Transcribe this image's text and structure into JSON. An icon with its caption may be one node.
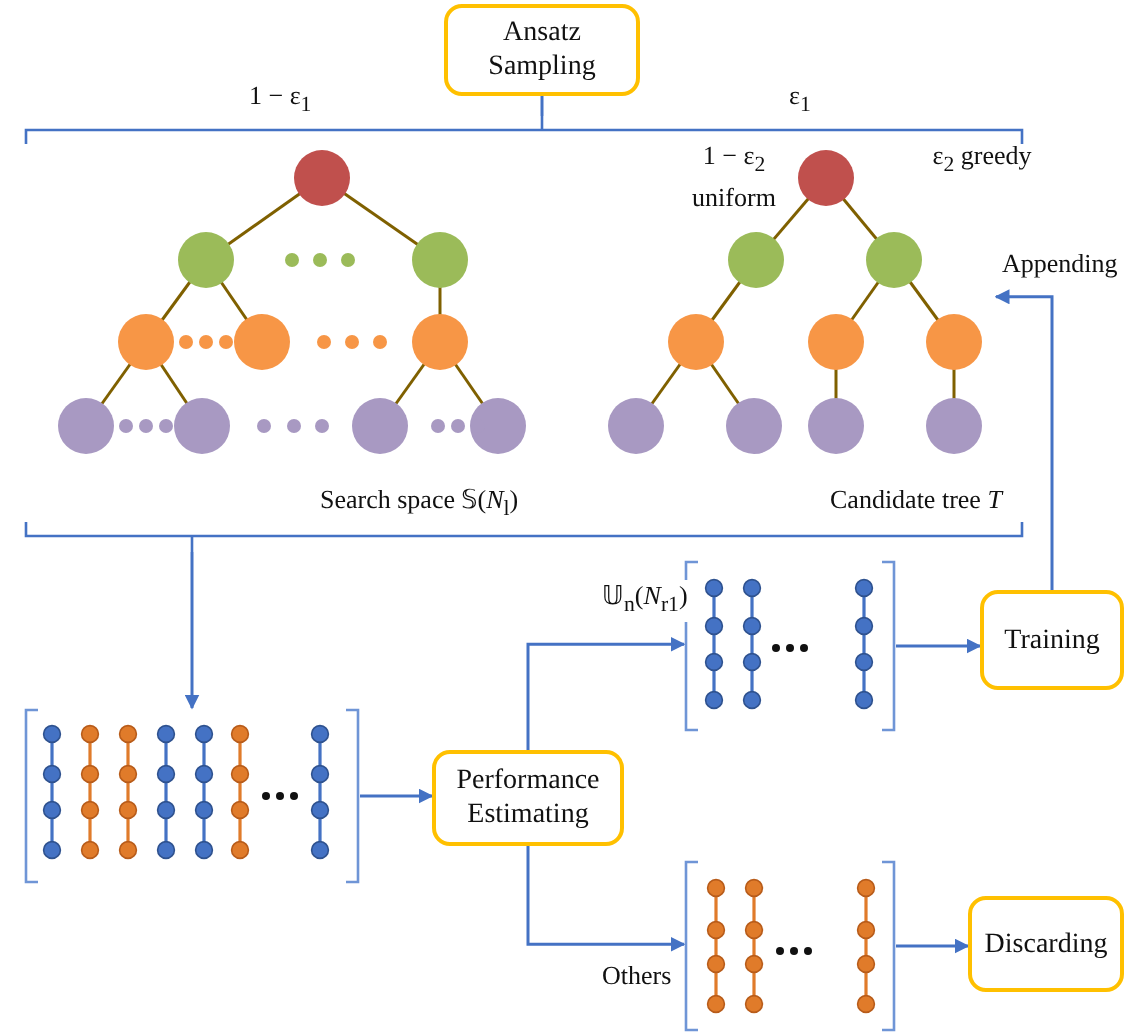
{
  "diagram": {
    "nodes": [
      {
        "text": [
          "Ansatz Sampling"
        ]
      },
      {
        "text": [],
        "shape": "box"
      },
      {
        "text": [
          "Search space 𝕊(*N*$_{l}$)"
        ],
        "in": 1
      },
      {
        "text": [
          "1 − ε$_{2}$ uniform",
          "ε$_{2}$ greedy",
          "Candidate tree *T*"
        ],
        "in": 1
      },
      {
        "text": [],
        "shape": "picture"
      },
      {
        "text": [
          "Performance Estimating"
        ]
      },
      {
        "text": [],
        "shape": "picture"
      },
      {
        "text": [
          "Training"
        ]
      },
      {
        "text": [],
        "shape": "picture"
      },
      {
        "text": [
          "Discarding"
        ]
      }
    ],
    "edges": [
      {
        "from": 0,
        "to": 1,
        "arrow": "none"
      },
      {
        "from": 1,
        "to": 4,
        "arrow": "to"
      },
      {
        "from": 4,
        "to": 5,
        "arrow": "to"
      },
      {
        "from": 5,
        "to": 6,
        "arrow": "to",
        "label": "𝕌$_{n}$(*N*$_{r1}$)"
      },
      {
        "from": 5,
        "to": 8,
        "arrow": "to",
        "label": "Others"
      },
      {
        "from": 6,
        "to": 7,
        "arrow": "to"
      },
      {
        "from": 8,
        "to": 9,
        "arrow": "to"
      },
      {
        "from": 7,
        "to": 3,
        "arrow": "to",
        "label": "Appending"
      }
    ],
    "labels": [
      "1 − ε$_{1}$",
      "ε$_{1}$"
    ]
  }
}
